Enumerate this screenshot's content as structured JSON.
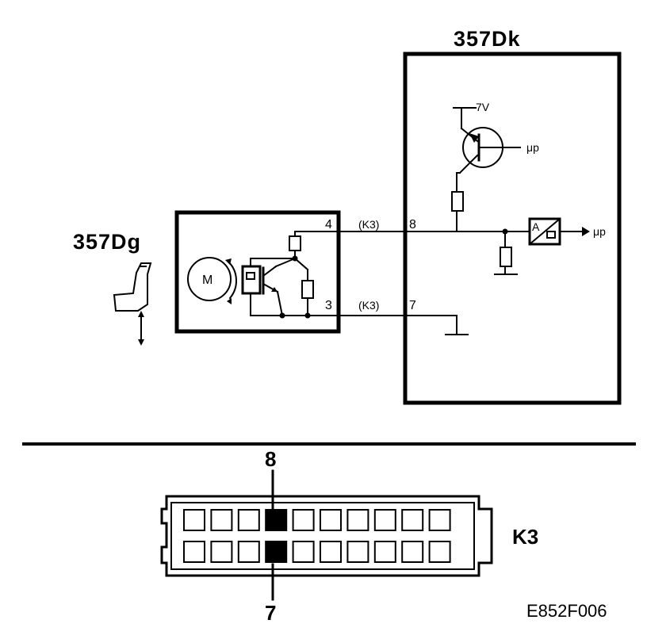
{
  "modules": {
    "control_unit": "357Dk",
    "sensor": "357Dg"
  },
  "control_unit": {
    "supply_voltage": "7V",
    "mp_out_top": "μp",
    "mp_out_right": "μp"
  },
  "sensor": {
    "motor_label": "M"
  },
  "wires": {
    "upper": {
      "sensor_pin": "4",
      "connector_ref": "(K3)",
      "unit_pin": "8"
    },
    "lower": {
      "sensor_pin": "3",
      "connector_ref": "(K3)",
      "unit_pin": "7"
    }
  },
  "connector": {
    "name": "K3",
    "top_pin": "8",
    "bottom_pin": "7",
    "cells_per_row": 10,
    "active_index": 3
  },
  "figure_code": "E852F006"
}
